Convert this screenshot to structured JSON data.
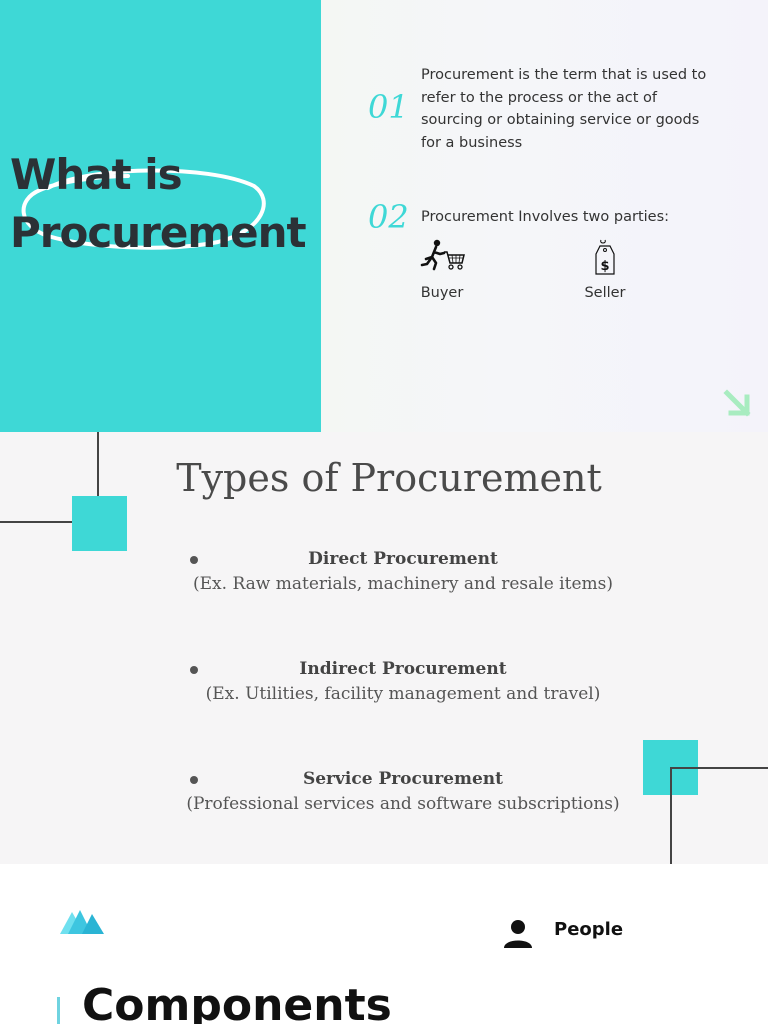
{
  "slide1": {
    "title_line1": "What is",
    "title_line2": "Procurement",
    "point1_number": "01",
    "point1_text": "Procurement is the term that is used to refer to the process or the act of sourcing or obtaining service or goods for a business",
    "point2_number": "02",
    "point2_text": "Procurement Involves two parties:",
    "buyer_label": "Buyer",
    "seller_label": "Seller",
    "accent_color": "#3ed8d6"
  },
  "slide2": {
    "title": "Types of Procurement",
    "items": [
      {
        "name": "Direct Procurement",
        "desc": "(Ex. Raw materials, machinery and resale items)"
      },
      {
        "name": "Indirect Procurement",
        "desc": "(Ex. Utilities, facility management and travel)"
      },
      {
        "name": "Service Procurement",
        "desc": "(Professional services and software subscriptions)"
      }
    ]
  },
  "slide3": {
    "people_label": "People",
    "heading": "Components"
  }
}
